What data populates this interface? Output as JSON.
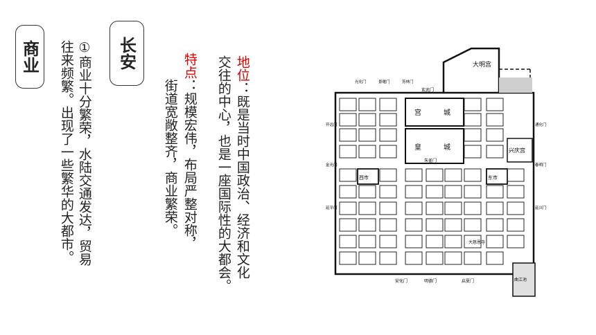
{
  "labels": {
    "shangye": "商业",
    "changan": "长安"
  },
  "commerce": {
    "line1": "①商业十分繁荣，水陆交通发达，贸易",
    "line2": "往来频繁。出现了一些繁华的大都市。"
  },
  "position": {
    "label": "地位",
    "colon": "：",
    "line1_rest": "既是当时中国政治、经济和文化",
    "line2": "交往的中心，也是一座国际性的大都会。"
  },
  "features": {
    "label": "特点",
    "colon": "：",
    "line1_rest": "规模宏伟，布局严整对称，",
    "line2": "街道宽敞整齐，商业繁荣。"
  },
  "map": {
    "palace": "大明宫",
    "gong": "宫",
    "cheng1": "城",
    "huang": "皇",
    "cheng2": "城",
    "xingqing": "兴庆宫",
    "xuanwu": "玄武门",
    "zhuque": "朱雀门",
    "xishi": "西市",
    "dongshi": "东市",
    "dayan": "大慈恩寺",
    "qujiang": "曲江池",
    "gate_north_1": "光化门",
    "gate_north_2": "景曜门",
    "gate_north_3": "芳林门",
    "gate_west_1": "开远门",
    "gate_west_2": "金光门",
    "gate_west_3": "延平门",
    "gate_east_1": "通化门",
    "gate_east_2": "春明门",
    "gate_east_3": "延兴门",
    "gate_south_1": "安化门",
    "gate_south_2": "明德门",
    "gate_south_3": "启夏门"
  }
}
